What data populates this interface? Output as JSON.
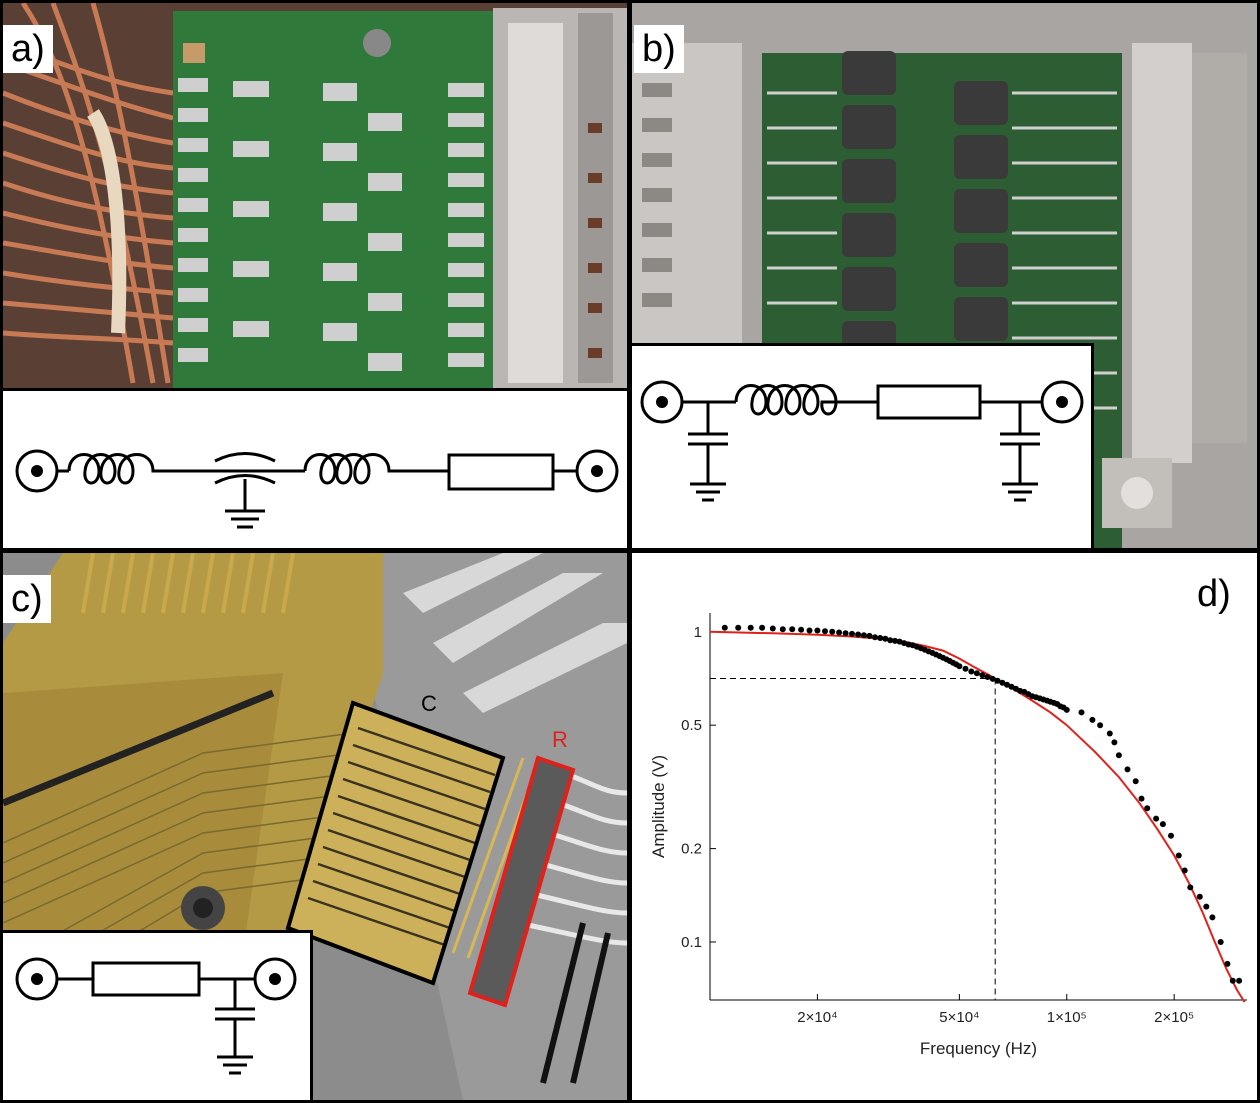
{
  "panels": {
    "a": {
      "label": "a)"
    },
    "b": {
      "label": "b)"
    },
    "c": {
      "label": "c)",
      "box_c_label": "C",
      "box_r_label": "R",
      "accent_red": "#e0211b"
    },
    "d": {
      "label": "d)"
    }
  },
  "chart_data": {
    "type": "scatter",
    "xlabel": "Frequency (Hz)",
    "ylabel": "Amplitude (V)",
    "x_scale": "log",
    "y_scale": "log",
    "xlim": [
      10000,
      320000
    ],
    "ylim": [
      0.065,
      1.15
    ],
    "x_ticks": [
      {
        "value": 20000,
        "label": "2×10⁴"
      },
      {
        "value": 50000,
        "label": "5×10⁴"
      },
      {
        "value": 100000,
        "label": "1×10⁵"
      },
      {
        "value": 200000,
        "label": "2×10⁵"
      }
    ],
    "y_ticks": [
      {
        "value": 0.1,
        "label": "0.1"
      },
      {
        "value": 0.2,
        "label": "0.2"
      },
      {
        "value": 0.5,
        "label": "0.5"
      },
      {
        "value": 1,
        "label": "1"
      }
    ],
    "cutoff": {
      "frequency": 63000,
      "amplitude": 0.707
    },
    "fit_color": "#e0211b",
    "point_color": "#000000",
    "measured": [
      [
        11000,
        1.03
      ],
      [
        12000,
        1.03
      ],
      [
        13000,
        1.03
      ],
      [
        14000,
        1.03
      ],
      [
        15000,
        1.025
      ],
      [
        16000,
        1.02
      ],
      [
        17000,
        1.02
      ],
      [
        18000,
        1.015
      ],
      [
        19000,
        1.01
      ],
      [
        20000,
        1.01
      ],
      [
        21000,
        1.005
      ],
      [
        22000,
        1.0
      ],
      [
        23000,
        0.995
      ],
      [
        24000,
        0.99
      ],
      [
        25000,
        0.985
      ],
      [
        26000,
        0.98
      ],
      [
        27000,
        0.975
      ],
      [
        28000,
        0.97
      ],
      [
        29000,
        0.96
      ],
      [
        30000,
        0.955
      ],
      [
        31000,
        0.95
      ],
      [
        32000,
        0.94
      ],
      [
        33000,
        0.935
      ],
      [
        34000,
        0.93
      ],
      [
        35000,
        0.92
      ],
      [
        36000,
        0.91
      ],
      [
        37000,
        0.905
      ],
      [
        38000,
        0.895
      ],
      [
        39000,
        0.885
      ],
      [
        40000,
        0.875
      ],
      [
        41000,
        0.865
      ],
      [
        42000,
        0.855
      ],
      [
        43000,
        0.845
      ],
      [
        44000,
        0.835
      ],
      [
        45000,
        0.825
      ],
      [
        46000,
        0.815
      ],
      [
        47000,
        0.805
      ],
      [
        48000,
        0.795
      ],
      [
        49000,
        0.785
      ],
      [
        50000,
        0.775
      ],
      [
        52000,
        0.76
      ],
      [
        54000,
        0.745
      ],
      [
        56000,
        0.735
      ],
      [
        58000,
        0.725
      ],
      [
        60000,
        0.715
      ],
      [
        62000,
        0.705
      ],
      [
        64000,
        0.695
      ],
      [
        66000,
        0.685
      ],
      [
        68000,
        0.675
      ],
      [
        70000,
        0.665
      ],
      [
        72000,
        0.655
      ],
      [
        74000,
        0.645
      ],
      [
        76000,
        0.64
      ],
      [
        78000,
        0.63
      ],
      [
        80000,
        0.62
      ],
      [
        82000,
        0.615
      ],
      [
        84000,
        0.61
      ],
      [
        86000,
        0.605
      ],
      [
        88000,
        0.6
      ],
      [
        90000,
        0.595
      ],
      [
        92000,
        0.59
      ],
      [
        94000,
        0.585
      ],
      [
        96000,
        0.575
      ],
      [
        98000,
        0.57
      ],
      [
        100000,
        0.56
      ],
      [
        110000,
        0.55
      ],
      [
        118000,
        0.52
      ],
      [
        124000,
        0.5
      ],
      [
        132000,
        0.47
      ],
      [
        136000,
        0.44
      ],
      [
        140000,
        0.4
      ],
      [
        148000,
        0.36
      ],
      [
        156000,
        0.33
      ],
      [
        162000,
        0.29
      ],
      [
        168000,
        0.27
      ],
      [
        178000,
        0.25
      ],
      [
        186000,
        0.24
      ],
      [
        196000,
        0.22
      ],
      [
        206000,
        0.19
      ],
      [
        214000,
        0.17
      ],
      [
        222000,
        0.15
      ],
      [
        236000,
        0.14
      ],
      [
        246000,
        0.13
      ],
      [
        256000,
        0.12
      ],
      [
        270000,
        0.1
      ],
      [
        282000,
        0.085
      ],
      [
        292000,
        0.075
      ],
      [
        304000,
        0.075
      ]
    ],
    "fit": [
      [
        10000,
        1.0
      ],
      [
        15000,
        0.989
      ],
      [
        20000,
        0.978
      ],
      [
        25000,
        0.966
      ],
      [
        30000,
        0.95
      ],
      [
        35000,
        0.93
      ],
      [
        40000,
        0.9
      ],
      [
        45000,
        0.87
      ],
      [
        50000,
        0.82
      ],
      [
        55000,
        0.77
      ],
      [
        60000,
        0.73
      ],
      [
        63000,
        0.707
      ],
      [
        70000,
        0.66
      ],
      [
        80000,
        0.6
      ],
      [
        90000,
        0.55
      ],
      [
        100000,
        0.5
      ],
      [
        120000,
        0.41
      ],
      [
        140000,
        0.34
      ],
      [
        160000,
        0.28
      ],
      [
        180000,
        0.23
      ],
      [
        200000,
        0.19
      ],
      [
        220000,
        0.155
      ],
      [
        240000,
        0.125
      ],
      [
        260000,
        0.1
      ],
      [
        280000,
        0.082
      ],
      [
        300000,
        0.07
      ],
      [
        315000,
        0.064
      ]
    ]
  }
}
